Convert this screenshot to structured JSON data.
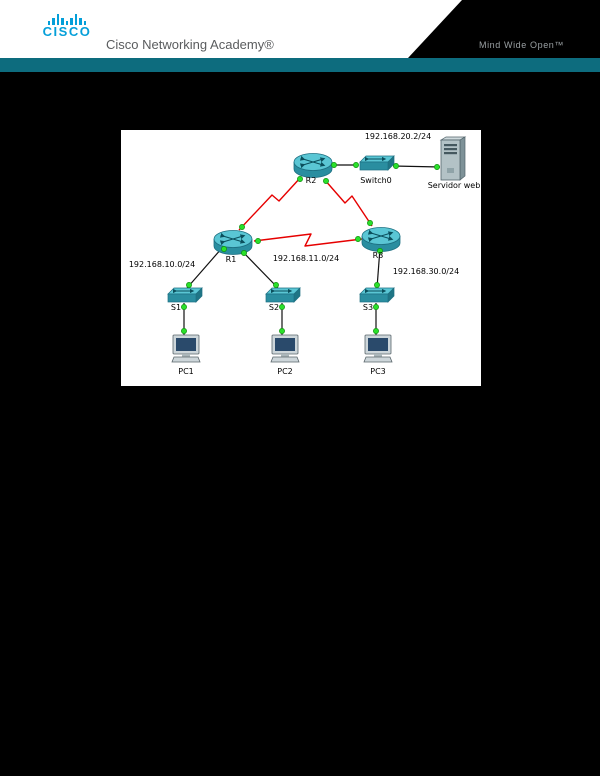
{
  "header": {
    "logo_text": "CISCO",
    "academy_text": "Cisco Networking Academy®",
    "tagline": "Mind Wide Open™"
  },
  "colors": {
    "cisco_blue": "#049fd9",
    "teal_bar": "#0d6c7e",
    "serial_link_red": "#e60000",
    "port_status_green": "#2ae02a",
    "device_teal": "#5ac6d4"
  },
  "diagram": {
    "devices": [
      {
        "id": "R2",
        "type": "router",
        "label": "R2"
      },
      {
        "id": "Switch0",
        "type": "switch",
        "label": "Switch0"
      },
      {
        "id": "ServidorWeb",
        "type": "server",
        "label": "Servidor web"
      },
      {
        "id": "R1",
        "type": "router",
        "label": "R1"
      },
      {
        "id": "R3",
        "type": "router",
        "label": "R3"
      },
      {
        "id": "S1",
        "type": "switch",
        "label": "S1"
      },
      {
        "id": "S2",
        "type": "switch",
        "label": "S2"
      },
      {
        "id": "S3",
        "type": "switch",
        "label": "S3"
      },
      {
        "id": "PC1",
        "type": "pc",
        "label": "PC1"
      },
      {
        "id": "PC2",
        "type": "pc",
        "label": "PC2"
      },
      {
        "id": "PC3",
        "type": "pc",
        "label": "PC3"
      }
    ],
    "networks": [
      {
        "label": "192.168.20.2/24"
      },
      {
        "label": "192.168.10.0/24"
      },
      {
        "label": "192.168.11.0/24"
      },
      {
        "label": "192.168.30.0/24"
      }
    ],
    "links": [
      {
        "from": "R2",
        "to": "R1",
        "type": "serial"
      },
      {
        "from": "R2",
        "to": "R3",
        "type": "serial"
      },
      {
        "from": "R1",
        "to": "R3",
        "type": "serial"
      },
      {
        "from": "R2",
        "to": "Switch0",
        "type": "ethernet"
      },
      {
        "from": "Switch0",
        "to": "ServidorWeb",
        "type": "ethernet"
      },
      {
        "from": "R1",
        "to": "S1",
        "type": "ethernet"
      },
      {
        "from": "R1",
        "to": "S2",
        "type": "ethernet"
      },
      {
        "from": "R3",
        "to": "S3",
        "type": "ethernet"
      },
      {
        "from": "S1",
        "to": "PC1",
        "type": "ethernet"
      },
      {
        "from": "S2",
        "to": "PC2",
        "type": "ethernet"
      },
      {
        "from": "S3",
        "to": "PC3",
        "type": "ethernet"
      }
    ]
  }
}
